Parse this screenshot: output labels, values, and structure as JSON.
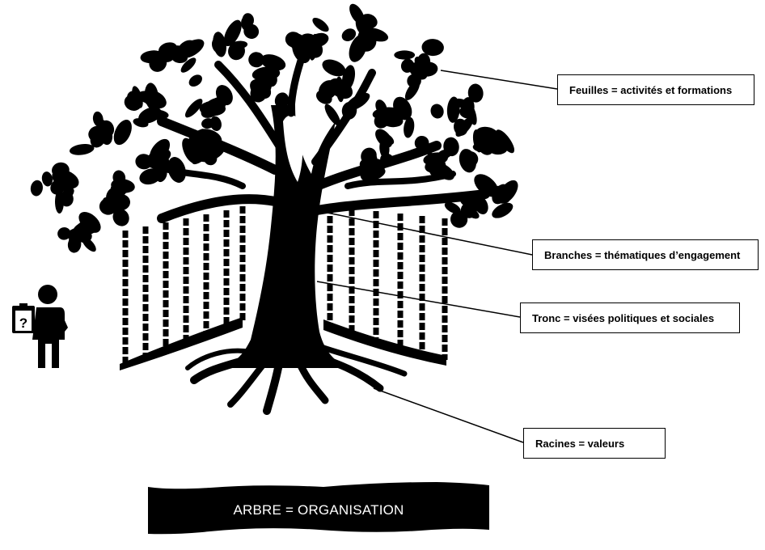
{
  "labels": {
    "leaves": "Feuilles = activités et formations",
    "branches": "Branches = thématiques d’engagement",
    "trunk": "Tronc = visées politiques et sociales",
    "roots": "Racines = valeurs"
  },
  "banner": {
    "text": "ARBRE = ORGANISATION"
  },
  "person": {
    "clipboard_symbol": "?"
  },
  "icons": [
    "tree-icon",
    "person-with-clipboard-icon"
  ],
  "colors": {
    "ink": "#000000",
    "background": "#ffffff"
  }
}
